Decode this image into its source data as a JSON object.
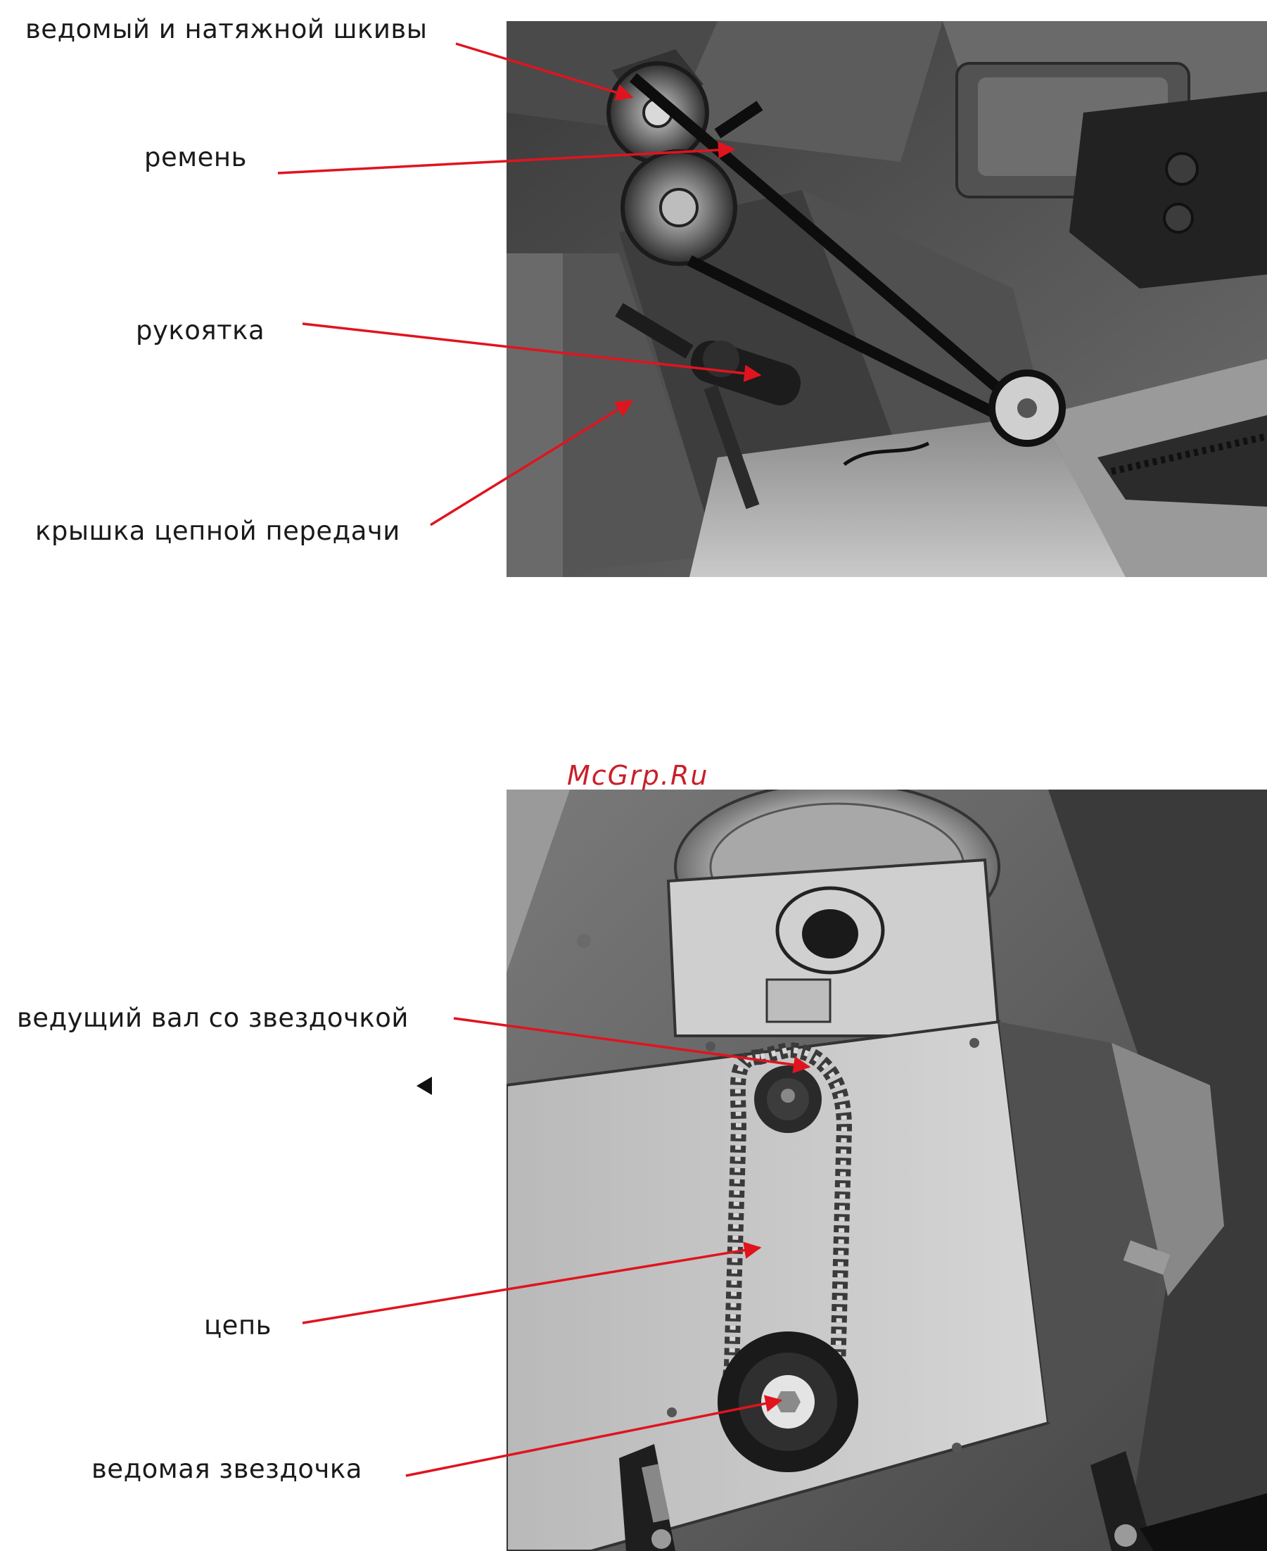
{
  "top_figure": {
    "labels": {
      "pulleys": "ведомый и натяжной шкивы",
      "belt": "ремень",
      "handle": "рукоятка",
      "chain_cover": "крышка цепной передачи"
    }
  },
  "bottom_figure": {
    "labels": {
      "drive_shaft": "ведущий вал со звездочкой",
      "chain": "цепь",
      "driven_sprocket": "ведомая звездочка"
    }
  },
  "watermark": "McGrp.Ru",
  "colors": {
    "arrow": "#e0141e",
    "watermark": "#c8202a"
  }
}
